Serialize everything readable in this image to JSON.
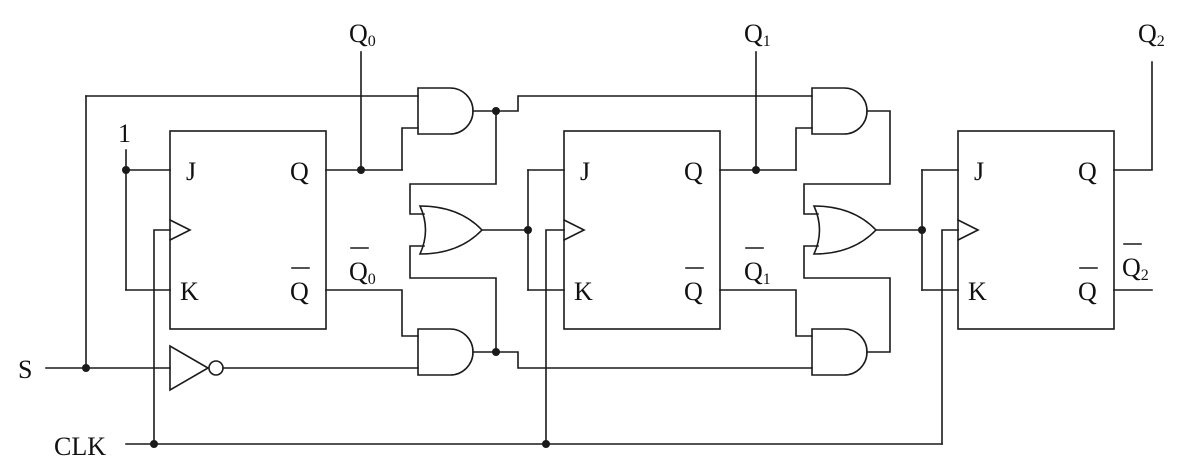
{
  "constant_one": "1",
  "inputs": {
    "S": "S",
    "CLK": "CLK"
  },
  "flipflops": [
    {
      "J": "J",
      "K": "K",
      "Q": "Q",
      "Qbar": "Q"
    },
    {
      "J": "J",
      "K": "K",
      "Q": "Q",
      "Qbar": "Q"
    },
    {
      "J": "J",
      "K": "K",
      "Q": "Q",
      "Qbar": "Q"
    }
  ],
  "outputs": {
    "q0": {
      "main": "Q",
      "sub": "0"
    },
    "q0bar": {
      "main": "Q",
      "sub": "0"
    },
    "q1": {
      "main": "Q",
      "sub": "1"
    },
    "q1bar": {
      "main": "Q",
      "sub": "1"
    },
    "q2": {
      "main": "Q",
      "sub": "2"
    },
    "q2bar": {
      "main": "Q",
      "sub": "2"
    }
  }
}
